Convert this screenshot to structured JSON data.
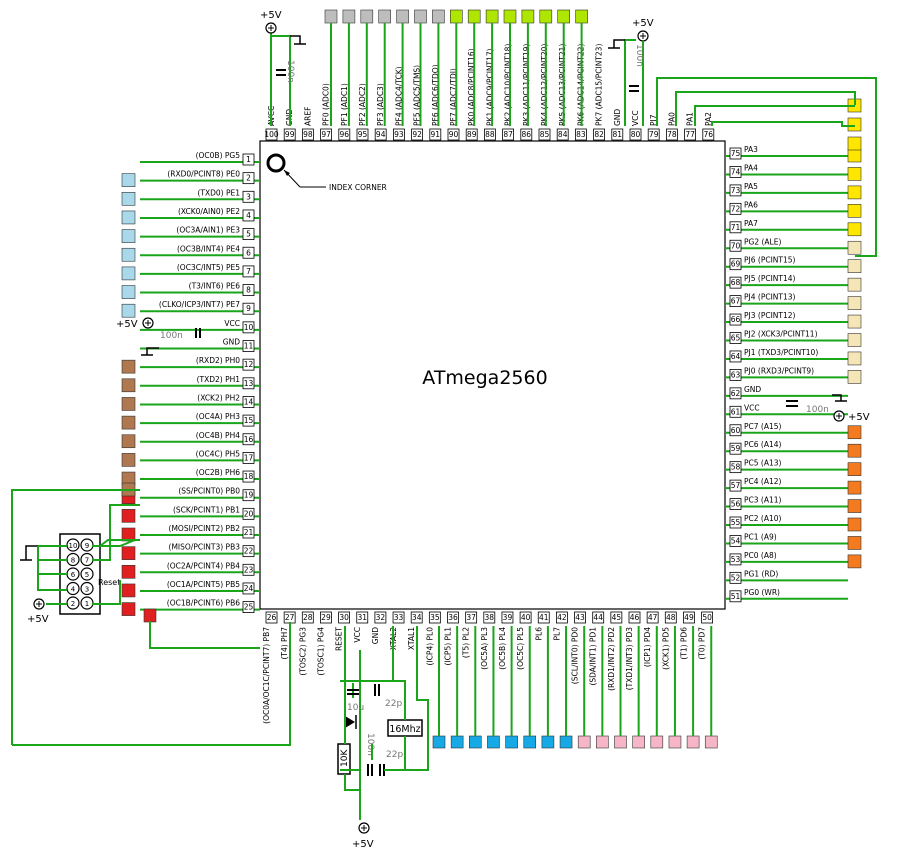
{
  "chip": {
    "name": "ATmega2560",
    "index_label": "INDEX CORNER"
  },
  "colors": {
    "wire": "#1aa51a",
    "gray": "#bdbdbd",
    "green": "#aee600",
    "yellow": "#ffe600",
    "cream": "#f5e6b8",
    "lightblue": "#a9d8ea",
    "brown": "#b07850",
    "red": "#e02020",
    "orange": "#f47a20",
    "blue": "#17a8e6",
    "pink": "#f6b6c8"
  },
  "pins_left": [
    {
      "n": "1",
      "label": "(OC0B) PG5",
      "c": "none"
    },
    {
      "n": "2",
      "label": "(RXD0/PCINT8) PE0",
      "c": "lightblue"
    },
    {
      "n": "3",
      "label": "(TXD0) PE1",
      "c": "lightblue"
    },
    {
      "n": "4",
      "label": "(XCK0/AIN0) PE2",
      "c": "lightblue"
    },
    {
      "n": "5",
      "label": "(OC3A/AIN1) PE3",
      "c": "lightblue"
    },
    {
      "n": "6",
      "label": "(OC3B/INT4) PE4",
      "c": "lightblue"
    },
    {
      "n": "7",
      "label": "(OC3C/INT5) PE5",
      "c": "lightblue"
    },
    {
      "n": "8",
      "label": "(T3/INT6) PE6",
      "c": "lightblue"
    },
    {
      "n": "9",
      "label": "(CLKO/ICP3/INT7) PE7",
      "c": "lightblue"
    },
    {
      "n": "10",
      "label": "VCC",
      "c": "none"
    },
    {
      "n": "11",
      "label": "GND",
      "c": "none"
    },
    {
      "n": "12",
      "label": "(RXD2) PH0",
      "c": "brown"
    },
    {
      "n": "13",
      "label": "(TXD2) PH1",
      "c": "brown"
    },
    {
      "n": "14",
      "label": "(XCK2) PH2",
      "c": "brown"
    },
    {
      "n": "15",
      "label": "(OC4A) PH3",
      "c": "brown"
    },
    {
      "n": "16",
      "label": "(OC4B) PH4",
      "c": "brown"
    },
    {
      "n": "17",
      "label": "(OC4C) PH5",
      "c": "brown"
    },
    {
      "n": "18",
      "label": "(OC2B) PH6",
      "c": "brown"
    },
    {
      "n": "19",
      "label": "(SS/PCINT0) PB0",
      "c": "red"
    },
    {
      "n": "20",
      "label": "(SCK/PCINT1) PB1",
      "c": "red"
    },
    {
      "n": "21",
      "label": "(MOSI/PCINT2) PB2",
      "c": "red"
    },
    {
      "n": "22",
      "label": "(MISO/PCINT3) PB3",
      "c": "red"
    },
    {
      "n": "23",
      "label": "(OC2A/PCINT4) PB4",
      "c": "red"
    },
    {
      "n": "24",
      "label": "(OC1A/PCINT5) PB5",
      "c": "red"
    },
    {
      "n": "25",
      "label": "(OC1B/PCINT6) PB6",
      "c": "red"
    }
  ],
  "pins_right": [
    {
      "n": "75",
      "label": "PA3",
      "c": "yellow"
    },
    {
      "n": "74",
      "label": "PA4",
      "c": "yellow"
    },
    {
      "n": "73",
      "label": "PA5",
      "c": "yellow"
    },
    {
      "n": "72",
      "label": "PA6",
      "c": "yellow"
    },
    {
      "n": "71",
      "label": "PA7",
      "c": "yellow"
    },
    {
      "n": "70",
      "label": "PG2 (ALE)",
      "c": "cream"
    },
    {
      "n": "69",
      "label": "PJ6 (PCINT15)",
      "c": "cream"
    },
    {
      "n": "68",
      "label": "PJ5 (PCINT14)",
      "c": "cream"
    },
    {
      "n": "67",
      "label": "PJ4 (PCINT13)",
      "c": "cream"
    },
    {
      "n": "66",
      "label": "PJ3 (PCINT12)",
      "c": "cream"
    },
    {
      "n": "65",
      "label": "PJ2 (XCK3/PCINT11)",
      "c": "cream"
    },
    {
      "n": "64",
      "label": "PJ1 (TXD3/PCINT10)",
      "c": "cream"
    },
    {
      "n": "63",
      "label": "PJ0 (RXD3/PCINT9)",
      "c": "cream"
    },
    {
      "n": "62",
      "label": "GND",
      "c": "none"
    },
    {
      "n": "61",
      "label": "VCC",
      "c": "none"
    },
    {
      "n": "60",
      "label": "PC7 (A15)",
      "c": "orange"
    },
    {
      "n": "59",
      "label": "PC6 (A14)",
      "c": "orange"
    },
    {
      "n": "58",
      "label": "PC5 (A13)",
      "c": "orange"
    },
    {
      "n": "57",
      "label": "PC4 (A12)",
      "c": "orange"
    },
    {
      "n": "56",
      "label": "PC3 (A11)",
      "c": "orange"
    },
    {
      "n": "55",
      "label": "PC2 (A10)",
      "c": "orange"
    },
    {
      "n": "54",
      "label": "PC1 (A9)",
      "c": "orange"
    },
    {
      "n": "53",
      "label": "PC0 (A8)",
      "c": "orange"
    },
    {
      "n": "52",
      "label": "PG1 (RD)",
      "c": "none"
    },
    {
      "n": "51",
      "label": "PG0 (WR)",
      "c": "none"
    }
  ],
  "pins_top": [
    {
      "n": "100",
      "label": "AVCC"
    },
    {
      "n": "99",
      "label": "GND"
    },
    {
      "n": "98",
      "label": "AREF"
    },
    {
      "n": "97",
      "label": "PF0 (ADC0)"
    },
    {
      "n": "96",
      "label": "PF1 (ADC1)"
    },
    {
      "n": "95",
      "label": "PF2 (ADC2)"
    },
    {
      "n": "94",
      "label": "PF3 (ADC3)"
    },
    {
      "n": "93",
      "label": "PF4 (ADC4/TCK)"
    },
    {
      "n": "92",
      "label": "PF5 (ADC5/TMS)"
    },
    {
      "n": "91",
      "label": "PF6 (ADC6/TDO)"
    },
    {
      "n": "90",
      "label": "PF7 (ADC7/TDI)"
    },
    {
      "n": "89",
      "label": "PK0 (ADC8/PCINT16)"
    },
    {
      "n": "88",
      "label": "PK1 (ADC9/PCINT17)"
    },
    {
      "n": "87",
      "label": "PK2 (ADC10/PCINT18)"
    },
    {
      "n": "86",
      "label": "PK3 (ADC11/PCINT19)"
    },
    {
      "n": "85",
      "label": "PK4 (ADC12/PCINT20)"
    },
    {
      "n": "84",
      "label": "PK5 (ADC13/PCINT21)"
    },
    {
      "n": "83",
      "label": "PK6 (ADC14/PCINT22)"
    },
    {
      "n": "82",
      "label": "PK7 (ADC15/PCINT23)"
    },
    {
      "n": "81",
      "label": "GND"
    },
    {
      "n": "80",
      "label": "VCC"
    },
    {
      "n": "79",
      "label": "PJ7"
    },
    {
      "n": "78",
      "label": "PA0"
    },
    {
      "n": "77",
      "label": "PA1"
    },
    {
      "n": "76",
      "label": "PA2"
    }
  ],
  "pins_bottom": [
    {
      "n": "26",
      "label": "(OC0A/OC1C/PCINT7) PB7"
    },
    {
      "n": "27",
      "label": "(T4) PH7"
    },
    {
      "n": "28",
      "label": "(TOSC2) PG3"
    },
    {
      "n": "29",
      "label": "(TOSC1) PG4"
    },
    {
      "n": "30",
      "label": "RESET"
    },
    {
      "n": "31",
      "label": "VCC"
    },
    {
      "n": "32",
      "label": "GND"
    },
    {
      "n": "33",
      "label": "XTAL2"
    },
    {
      "n": "34",
      "label": "XTAL1"
    },
    {
      "n": "35",
      "label": "(ICP4) PL0"
    },
    {
      "n": "36",
      "label": "(ICP5) PL1"
    },
    {
      "n": "37",
      "label": "(T5) PL2"
    },
    {
      "n": "38",
      "label": "(OC5A) PL3"
    },
    {
      "n": "39",
      "label": "(OC5B) PL4"
    },
    {
      "n": "40",
      "label": "(OC5C) PL5"
    },
    {
      "n": "41",
      "label": "PL6"
    },
    {
      "n": "42",
      "label": "PL7"
    },
    {
      "n": "43",
      "label": "(SCL/INT0) PD0"
    },
    {
      "n": "44",
      "label": "(SDA/INT1) PD1"
    },
    {
      "n": "45",
      "label": "(RXD1/INT2) PD2"
    },
    {
      "n": "46",
      "label": "(TXD1/INT3) PD3"
    },
    {
      "n": "47",
      "label": "(ICP1) PD4"
    },
    {
      "n": "48",
      "label": "(XCK1) PD5"
    },
    {
      "n": "49",
      "label": "(T1) PD6"
    },
    {
      "n": "50",
      "label": "(T0) PD7"
    }
  ],
  "top_squares": [
    "gray",
    "gray",
    "gray",
    "gray",
    "gray",
    "gray",
    "gray",
    "green",
    "green",
    "green",
    "green",
    "green",
    "green",
    "green",
    "green"
  ],
  "right_top_squares": [
    "yellow",
    "yellow",
    "yellow"
  ],
  "left_extra_squares": [
    "brown"
  ],
  "bottom_squares": [
    "blue",
    "blue",
    "blue",
    "blue",
    "blue",
    "blue",
    "blue",
    "blue",
    "pink",
    "pink",
    "pink",
    "pink",
    "pink",
    "pink",
    "pink",
    "pink"
  ],
  "power": {
    "plus5v": "+5V",
    "cap100n": "100n",
    "cap10u": "10u",
    "cap22p_a": "22p",
    "cap22p_b": "22p",
    "res10k": "10K",
    "crystal": "16Mhz"
  },
  "isp": {
    "reset_label": "Reset"
  }
}
